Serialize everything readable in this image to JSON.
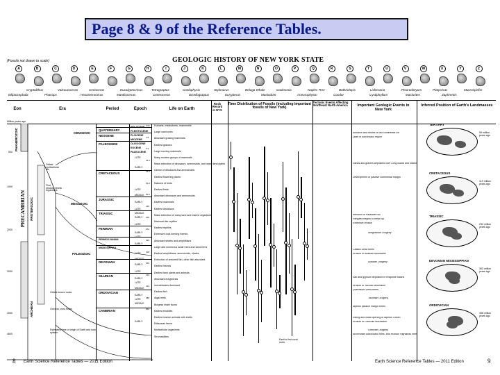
{
  "slide": {
    "title": "Page 8 & 9 of the Reference Tables."
  },
  "scan": {
    "fossil_note": "(Fossils not drawn to scale)",
    "heading": "GEOLOGIC HISTORY OF NEW YORK STATE",
    "fossil_letters": [
      "A",
      "B",
      "C",
      "D",
      "E",
      "F",
      "G",
      "H",
      "I",
      "J",
      "K",
      "L",
      "M",
      "N",
      "O",
      "P",
      "Q",
      "R",
      "S",
      "T",
      "U",
      "V",
      "W",
      "X",
      "Y",
      "Z"
    ],
    "fossil_names_row1": [
      "Cryptolithus",
      "Valcouroceras",
      "Cerioceras",
      "Eucalyptocrinus",
      "Tetragraptus",
      "Coelophysis",
      "Stylonurus",
      "Beluga Whale",
      "Cooksonia",
      "Naples Tree",
      "Bothriolepis",
      "Lichenaria",
      "Pleurodictyum",
      "Platyceras",
      "Mucrospirifer"
    ],
    "fossil_names_row2": [
      "Elliptocephala",
      "Phacops",
      "Hexameroceras",
      "Manticoceras",
      "Centroceras",
      "Dicellograptus",
      "Eurypterus",
      "Mastodont",
      "Aneurophyton",
      "Condor",
      "Cystiphyllum",
      "Maclurites",
      "Zaphrentis"
    ],
    "columns": {
      "eon": "Eon",
      "era": "Era",
      "period": "Period",
      "epoch": "Epoch",
      "life": "Life on Earth",
      "rock_record": "Rock Record in NYS",
      "fossils": "Time Distribution of Fossils (including important fossils of New York)",
      "tectonic": "Tectonic Events Affecting Northeast North America",
      "events": "Important Geologic Events in New York",
      "position": "Inferred Position of Earth's Landmasses"
    },
    "mya_label": "Million years ago",
    "eras": [
      "CENOZOIC",
      "MESOZOIC",
      "PALEOZOIC"
    ],
    "eons": [
      "PHANEROZOIC",
      "PROTEROZOIC",
      "ARCHEAN"
    ],
    "precambrian": "PRECAMBRIAN",
    "periods": [
      "QUATERNARY",
      "NEOGENE",
      "PALEOGENE",
      "CRETACEOUS",
      "JURASSIC",
      "TRIASSIC",
      "PERMIAN",
      "PENNSYLVANIAN",
      "MISSISSIPPIAN",
      "DEVONIAN",
      "SILURIAN",
      "ORDOVICIAN",
      "CAMBRIAN"
    ],
    "epochs": [
      "HOLOCENE",
      "PLEISTOCENE",
      "PLIOCENE",
      "MIOCENE",
      "OLIGOCENE",
      "EOCENE",
      "PALEOCENE"
    ],
    "epoch_subdivs": [
      "LATE",
      "EARLY",
      "LATE",
      "MIDDLE",
      "EARLY",
      "LATE",
      "MIDDLE",
      "EARLY",
      "LATE",
      "EARLY",
      "LATE",
      "EARLY",
      "LATE",
      "MIDDLE",
      "EARLY",
      "LATE",
      "EARLY",
      "LATE",
      "MIDDLE",
      "EARLY",
      "LATE",
      "MIDDLE",
      "EARLY"
    ],
    "ages": [
      "0",
      "500",
      "1000",
      "2000",
      "3000",
      "4000",
      "4600"
    ],
    "time_marks": [
      "0.01",
      "1.8",
      "5.3",
      "23.0",
      "33.9",
      "55.8",
      "65.5",
      "146",
      "200",
      "251",
      "299",
      "318",
      "359",
      "416",
      "444",
      "488",
      "542"
    ],
    "life_events": [
      "Humans, mastodonts, mammoths",
      "Large carnivores",
      "Abundant grazing mammals",
      "Earliest grasses",
      "Large running mammals",
      "Many modern groups of mammals",
      "Mass extinction of dinosaurs, ammonoids, and many land plants",
      "Climax of dinosaurs and ammonoids",
      "Earliest flowering plants",
      "Diatoms of birds",
      "Earliest birds",
      "Abundant dinosaurs and ammonoids",
      "Earliest mammals",
      "Earliest dinosaurs",
      "Mass extinction of many land and marine organisms",
      "Mammal-like reptiles",
      "Earliest reptiles",
      "Extensive coal-forming forests",
      "Abundant sharks and amphibians",
      "Large and numerous scale trees and seed ferns",
      "Earliest amphibians, ammonoids, sharks",
      "Extinction of armored fish, other fish abundant",
      "Earliest insects",
      "Earliest land plants and animals",
      "Abundant eurypterids",
      "Invertebrates dominant",
      "Earliest fish",
      "Algal reefs",
      "Burgess shale fauna",
      "Earliest trilobites",
      "Earliest marine animals with shells",
      "Ediacaran fauna",
      "Multicellular organisms",
      "Stromatolites"
    ],
    "era_notes": [
      "Oldest multicellular life",
      "First photosynthetic organisms",
      "Oldest known rocks",
      "Oceanic crust forms",
      "Estimated time of origin of Earth and solar system"
    ],
    "rock_note": "Earth's first coral reefs",
    "tectonic_notes": [
      "Advance and retreat of last continental ice",
      "Uplift of Adirondack region",
      "Sands and gravels deposited over Long Island and Staten Island",
      "Development of passive continental margin",
      "Intrusion of Palisades sill",
      "Pangaea begins to break up",
      "Extensive erosion",
      "Alleghanian Orogeny",
      "Catskill Delta forms",
      "Erosion of Acadian Mountains",
      "Acadian Orogeny",
      "Salt and gypsum deposited in evaporite basins",
      "Erosion of Taconic Mountains",
      "Queenston Delta forms",
      "Taconian Orogeny",
      "Iapetus passive margin forms",
      "Rifting and initial opening of Iapetus Ocean",
      "Erosion of Grenville Mountains",
      "Grenville Orogeny",
      "Anorthosite Adirondack Mtns. and Hudson Highlands formed"
    ],
    "globe_labels": [
      "TERTIARY",
      "CRETACEOUS",
      "TRIASSIC",
      "DEVONIAN MISSISSIPPIAN",
      "ORDOVICIAN"
    ],
    "globe_ages": [
      "59 million years ago",
      "119 million years ago",
      "232 million years ago",
      "362 million years ago",
      "458 million years ago"
    ]
  },
  "footer": {
    "left_page": "8",
    "left_text": "Earth Science Reference Tables — 2011 Edition",
    "right_text": "Earth Science Reference Tables — 2011 Edition",
    "right_page": "9"
  },
  "colors": {
    "title_bg": "#c9ccf2",
    "title_text": "#0a1a8a"
  }
}
